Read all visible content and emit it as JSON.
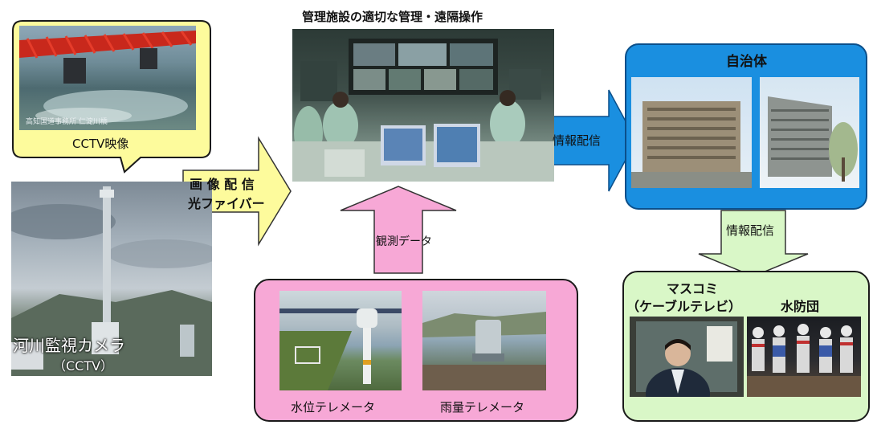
{
  "cctv_bubble": {
    "caption": "CCTV映像",
    "overlay_text": "高知国道事務所 仁淀川橋"
  },
  "camera_photo": {
    "title": "河川監視カメラ",
    "subtitle": "（CCTV）"
  },
  "image_arrow": {
    "line1": "画 像 配 信",
    "line2": "光ファイバー"
  },
  "control_room": {
    "heading": "管理施設の適切な管理・遠隔操作"
  },
  "observation_arrow": {
    "label": "観測データ"
  },
  "telemeters": {
    "water_level": "水位テレメータ",
    "rainfall": "雨量テレメータ"
  },
  "info_arrow_right": {
    "label": "情報配信"
  },
  "local_gov": {
    "title": "自治体"
  },
  "info_arrow_down": {
    "label": "情報配信"
  },
  "media": {
    "mascomi": "マスコミ",
    "cable_tv": "（ケーブルテレビ）",
    "flood_team": "水防団"
  },
  "colors": {
    "bubble_fill": "#fdfb9c",
    "arrow_yellow": "#fdfb9c",
    "pink": "#f7a8d6",
    "blue": "#1a8fe0",
    "green": "#d9f7c7"
  }
}
